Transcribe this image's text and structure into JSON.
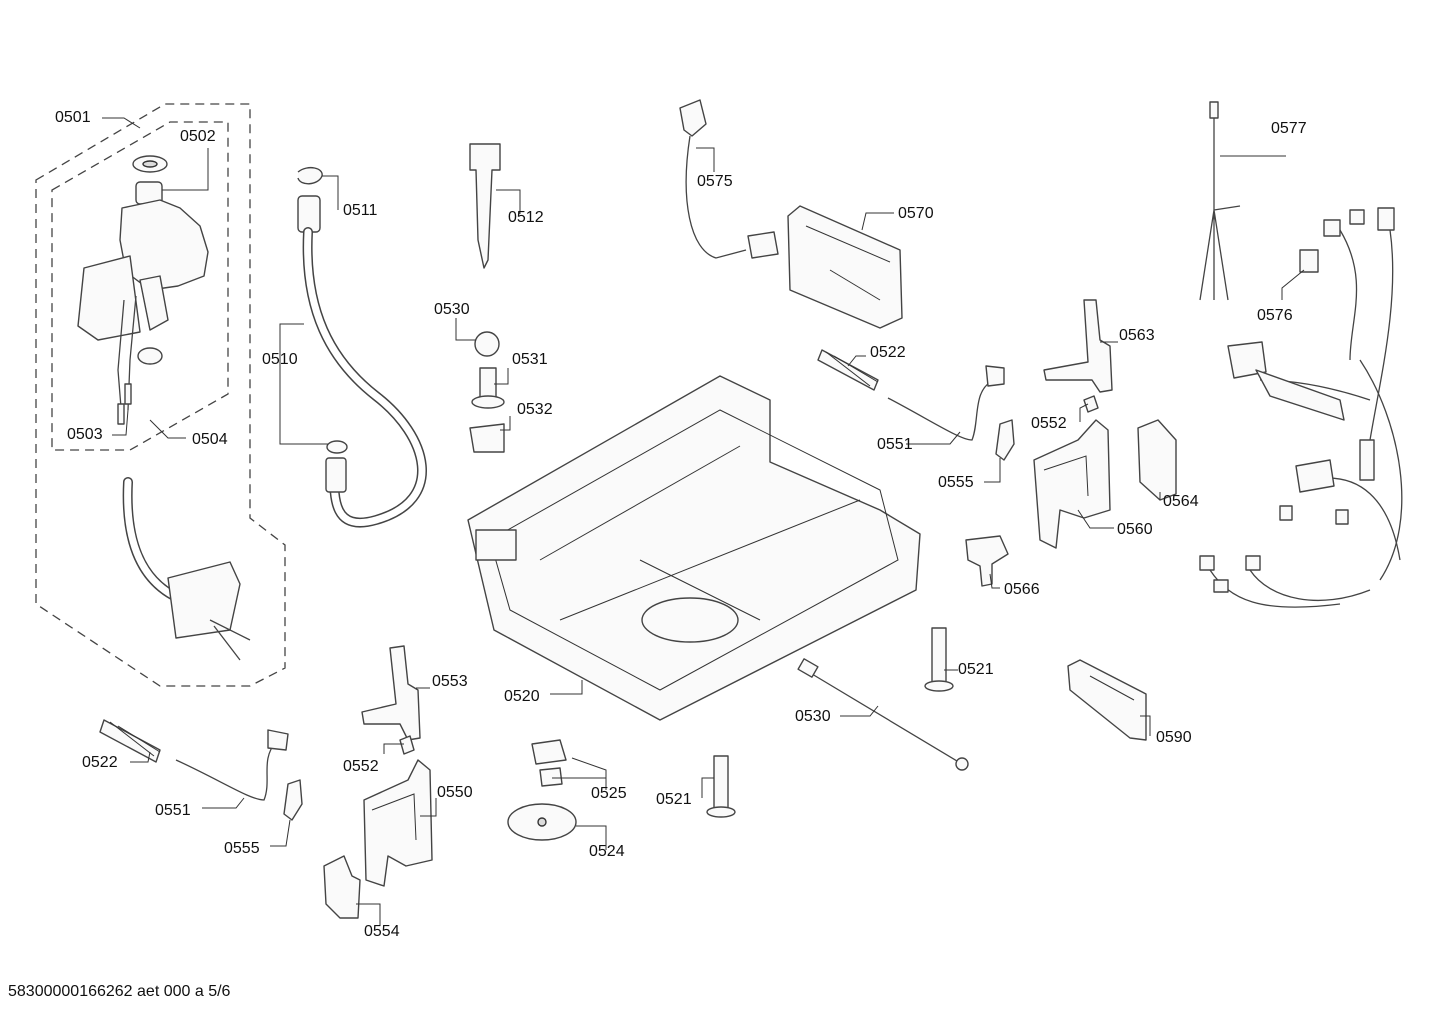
{
  "footer": {
    "code": "58300000166262 aet 000 a 5/6"
  },
  "labels": [
    {
      "id": "0501",
      "text": "0501"
    },
    {
      "id": "0502",
      "text": "0502"
    },
    {
      "id": "0503",
      "text": "0503"
    },
    {
      "id": "0504",
      "text": "0504"
    },
    {
      "id": "0510",
      "text": "0510"
    },
    {
      "id": "0511",
      "text": "0511"
    },
    {
      "id": "0512",
      "text": "0512"
    },
    {
      "id": "0530a",
      "text": "0530"
    },
    {
      "id": "0531",
      "text": "0531"
    },
    {
      "id": "0532",
      "text": "0532"
    },
    {
      "id": "0575",
      "text": "0575"
    },
    {
      "id": "0570",
      "text": "0570"
    },
    {
      "id": "0522a",
      "text": "0522"
    },
    {
      "id": "0551a",
      "text": "0551"
    },
    {
      "id": "0563",
      "text": "0563"
    },
    {
      "id": "0552a",
      "text": "0552"
    },
    {
      "id": "0555a",
      "text": "0555"
    },
    {
      "id": "0564",
      "text": "0564"
    },
    {
      "id": "0560",
      "text": "0560"
    },
    {
      "id": "0566",
      "text": "0566"
    },
    {
      "id": "0577",
      "text": "0577"
    },
    {
      "id": "0576",
      "text": "0576"
    },
    {
      "id": "0521a",
      "text": "0521"
    },
    {
      "id": "0590",
      "text": "0590"
    },
    {
      "id": "0530b",
      "text": "0530"
    },
    {
      "id": "0520",
      "text": "0520"
    },
    {
      "id": "0553",
      "text": "0553"
    },
    {
      "id": "0552b",
      "text": "0552"
    },
    {
      "id": "0550",
      "text": "0550"
    },
    {
      "id": "0554",
      "text": "0554"
    },
    {
      "id": "0522b",
      "text": "0522"
    },
    {
      "id": "0551b",
      "text": "0551"
    },
    {
      "id": "0555b",
      "text": "0555"
    },
    {
      "id": "0525",
      "text": "0525"
    },
    {
      "id": "0524",
      "text": "0524"
    },
    {
      "id": "0521b",
      "text": "0521"
    }
  ]
}
